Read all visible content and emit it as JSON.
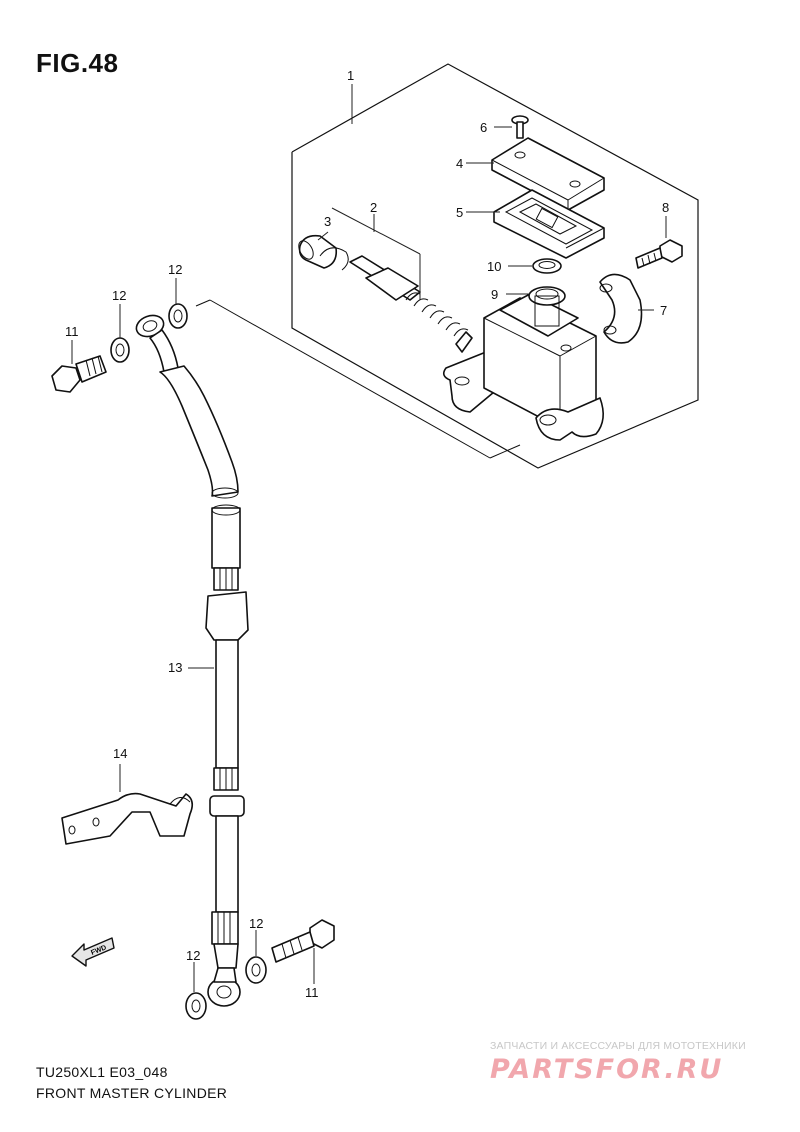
{
  "figure": {
    "title": "FIG.48",
    "model_code": "TU250XL1 E03_048",
    "name": "FRONT MASTER CYLINDER"
  },
  "callouts": {
    "c1": "1",
    "c2": "2",
    "c3": "3",
    "c4": "4",
    "c5": "5",
    "c6": "6",
    "c7": "7",
    "c8": "8",
    "c9": "9",
    "c10": "10",
    "c11a": "11",
    "c11b": "11",
    "c12a": "12",
    "c12b": "12",
    "c12c": "12",
    "c12d": "12",
    "c13": "13",
    "c14": "14"
  },
  "fwd_label": "FWD",
  "watermark": {
    "tagline": "ЗАПЧАСТИ И АКСЕССУАРЫ ДЛЯ МОТОТЕХНИКИ",
    "logo": "PARTSFOR.RU"
  }
}
